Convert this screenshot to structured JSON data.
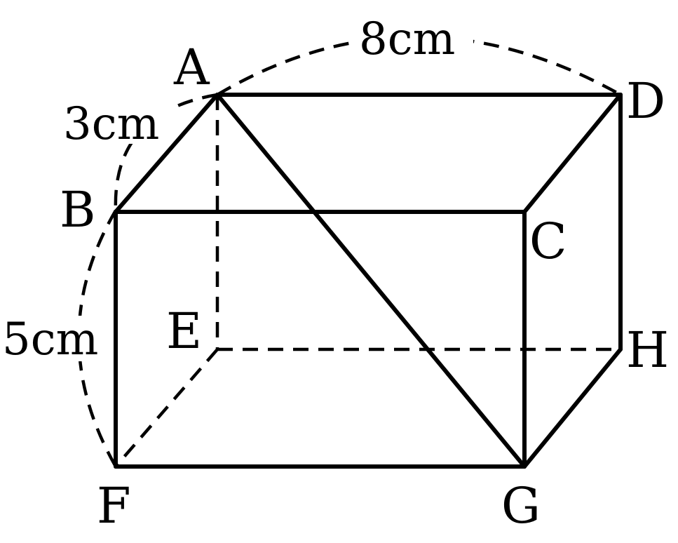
{
  "vertices": {
    "A": "A",
    "B": "B",
    "C": "C",
    "D": "D",
    "E": "E",
    "F": "F",
    "G": "G",
    "H": "H"
  },
  "measurements": {
    "length": "8cm",
    "width": "3cm",
    "height": "5cm"
  }
}
